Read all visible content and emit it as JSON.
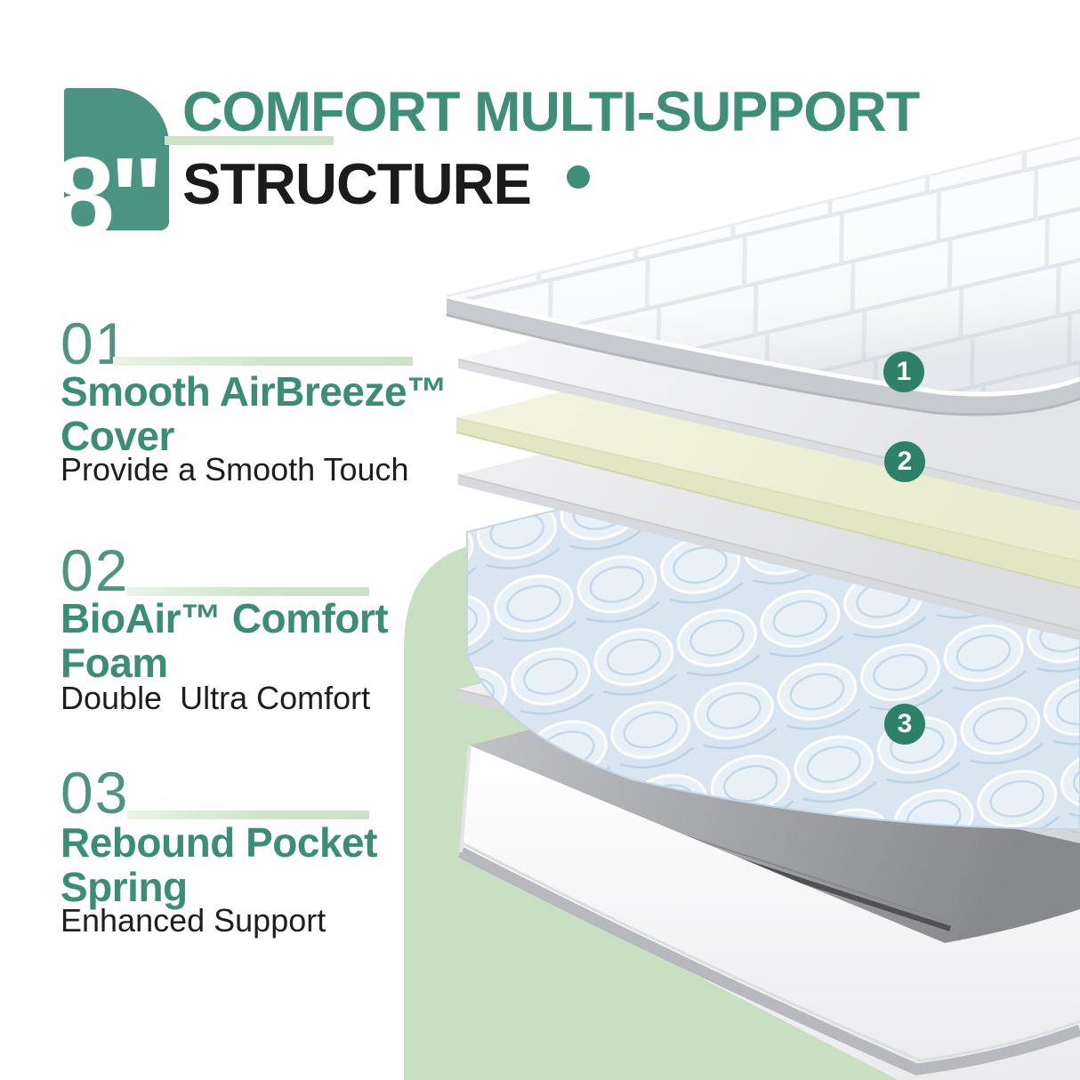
{
  "header": {
    "badge_text": "8\"",
    "title_line1": "COMFORT MULTI-SUPPORT",
    "title_line2": "STRUCTURE"
  },
  "features": [
    {
      "index": "01",
      "title_line1": "Smooth AirBreeze™",
      "title_line2": "Cover",
      "subtitle": "Provide a Smooth Touch",
      "marker": "1"
    },
    {
      "index": "02",
      "title_line1": "BioAir™ Comfort",
      "title_line2": "Foam",
      "subtitle": "Double  Ultra Comfort",
      "marker": "2"
    },
    {
      "index": "03",
      "title_line1": "Rebound Pocket",
      "title_line2": "Spring",
      "subtitle": "Enhanced Support",
      "marker": "3"
    }
  ],
  "colors": {
    "badge_teal": "#4a9481",
    "title_teal": "#3e8e78",
    "heading_teal": "#3b8d76",
    "marker_teal": "#2e8169",
    "number_teal": "#4e9480",
    "accent_light_green": "#c9dfc2",
    "bar_green": "#cfe4ca",
    "foam_cream": "#eef0d8",
    "spring_blue": "#d9e6f2",
    "text_black": "#1b1b1b"
  }
}
